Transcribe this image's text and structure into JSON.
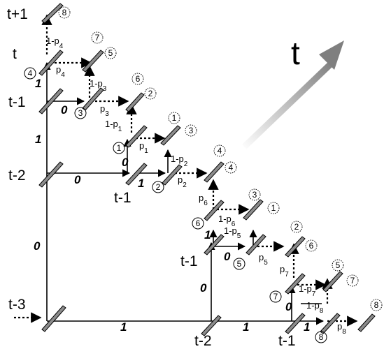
{
  "time_labels": {
    "t_plus_1": "t+1",
    "t": "t",
    "t_minus_1_a": "t-1",
    "t_minus_2_a": "t-2",
    "t_minus_3": "t-3",
    "t_minus_1_b": "t-1",
    "t_minus_1_c": "t-1",
    "t_minus_2_b": "t-2",
    "t_minus_1_d": "t-1"
  },
  "big_arrow_label": "t",
  "edge_labels": {
    "v_t1_t": "1",
    "v_t_t1": "1",
    "v_t2_t1": "1",
    "v_t3_t2": "0",
    "h_t1": "0",
    "h_t2": "0",
    "h_t3": "1",
    "h_t3b": "1",
    "h_n2": "1",
    "v_n1": "0",
    "v_r1": "1",
    "h_r1": "0",
    "v_r2": "0",
    "v_s1": "0",
    "h_s1": "1"
  },
  "prob_labels": {
    "p4_up": "1-p4",
    "p4": "p4",
    "p3_up": "1-p3",
    "p3": "p3",
    "p1_up": "1-p1",
    "p1": "p1",
    "p2_up": "1-p2",
    "p2": "p2",
    "p6": "p6",
    "p6_up": "1-p6",
    "p5_up": "1-p5",
    "p5": "p5",
    "p7": "p7",
    "p7_up": "1-p7",
    "p8_up": "1-p8",
    "p8": "p8"
  },
  "circled_solid": [
    "4",
    "3",
    "1",
    "2",
    "6",
    "5",
    "7",
    "8"
  ],
  "circled_dotted": [
    "8",
    "7",
    "5",
    "6",
    "2",
    "1",
    "3",
    "4",
    "4",
    "3",
    "1",
    "2",
    "6",
    "5",
    "7",
    "8"
  ],
  "colors": {
    "beam_fill": "#8c8c8c",
    "line": "#000000",
    "arrow_gradient_dark": "#7f7f7f"
  }
}
